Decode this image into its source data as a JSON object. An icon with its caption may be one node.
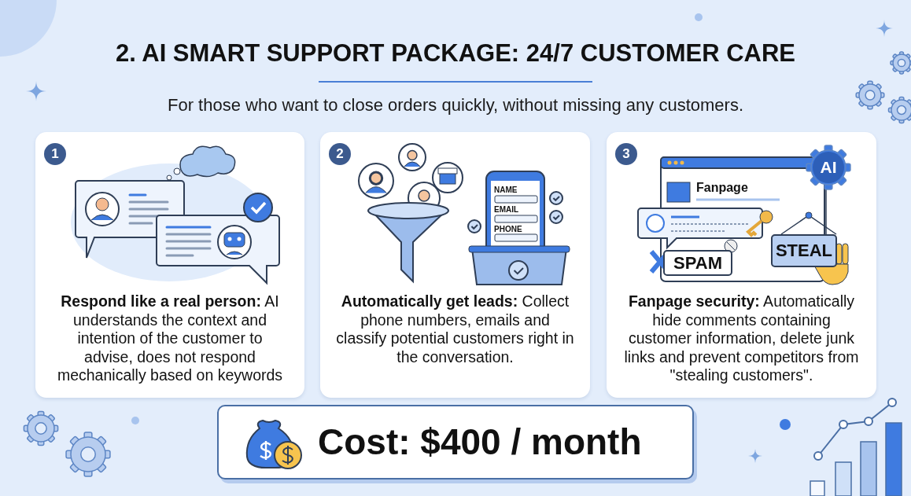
{
  "diagram": {
    "title": "2. AI SMART SUPPORT PACKAGE: 24/7 CUSTOMER CARE",
    "nodes": [
      {
        "text": [
          "**Respond like a real person:** AI understands the context and intention of the customer to advise, does not respond mechanically based on keywords"
        ]
      },
      {
        "text": [
          "1"
        ],
        "in": 0
      },
      {
        "text": [
          "**Automatically get leads:** Collect phone numbers, emails and classify potential customers right in the conversation."
        ]
      },
      {
        "text": [
          "2"
        ],
        "in": 2
      },
      {
        "text": [
          "**Fanpage security:** Automatically hide comments containing customer information, delete junk links and prevent competitors from \"stealing customers\"."
        ]
      },
      {
        "text": [
          "3"
        ],
        "in": 4
      },
      {
        "text": [
          "SPAM"
        ],
        "in": 4
      },
      {
        "text": [
          "STEAL"
        ],
        "in": 4
      },
      {
        "text": [
          "Cost: $400 / month"
        ]
      }
    ],
    "labels": [
      "For those who want to close orders quickly, without missing any customers.",
      "NAME",
      "EMAIL",
      "PHONE",
      "Fanpage",
      "AI"
    ]
  }
}
